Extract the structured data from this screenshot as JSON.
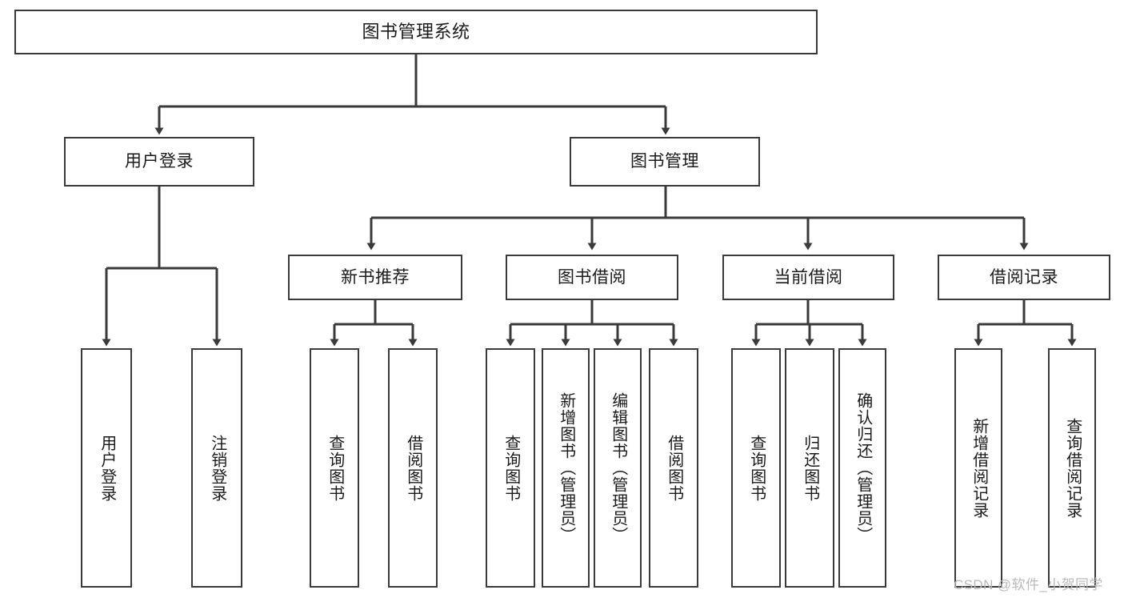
{
  "diagram": {
    "type": "tree-hierarchy-chart",
    "title": "图书管理系统",
    "orientation": "top-down",
    "line_color": "#3a3a3a",
    "box_fill": "#ffffff",
    "text_color": "#1a1a1a"
  },
  "nodes": {
    "root": {
      "label": "图书管理系统",
      "level": 1
    },
    "level2": [
      {
        "id": "user-login",
        "label": "用户登录",
        "level": 2
      },
      {
        "id": "book-manage",
        "label": "图书管理",
        "level": 2
      }
    ],
    "level3": [
      {
        "id": "new-book-recommend",
        "label": "新书推荐",
        "level": 3
      },
      {
        "id": "book-borrow",
        "label": "图书借阅",
        "level": 3
      },
      {
        "id": "current-borrow",
        "label": "当前借阅",
        "level": 3
      },
      {
        "id": "borrow-record",
        "label": "借阅记录",
        "level": 3
      }
    ],
    "leaves": {
      "user-login": [
        {
          "id": "leaf-user-login",
          "label": "用户登录"
        },
        {
          "id": "leaf-user-logout",
          "label": "注销登录"
        }
      ],
      "new-book-recommend": [
        {
          "id": "leaf-query-book-1",
          "label": "查询图书"
        },
        {
          "id": "leaf-borrow-book-1",
          "label": "借阅图书"
        }
      ],
      "book-borrow": [
        {
          "id": "leaf-query-book-2",
          "label": "查询图书"
        },
        {
          "id": "leaf-add-book",
          "label": "新增图书（管理员）"
        },
        {
          "id": "leaf-edit-book",
          "label": "编辑图书（管理员）"
        },
        {
          "id": "leaf-borrow-book-2",
          "label": "借阅图书"
        }
      ],
      "current-borrow": [
        {
          "id": "leaf-query-book-3",
          "label": "查询图书"
        },
        {
          "id": "leaf-return-book",
          "label": "归还图书"
        },
        {
          "id": "leaf-confirm-return",
          "label": "确认归还（管理员）"
        }
      ],
      "borrow-record": [
        {
          "id": "leaf-add-record",
          "label": "新增借阅记录"
        },
        {
          "id": "leaf-query-record",
          "label": "查询借阅记录"
        }
      ]
    }
  },
  "watermark": {
    "text": "CSDN @软件_小贺同学"
  }
}
